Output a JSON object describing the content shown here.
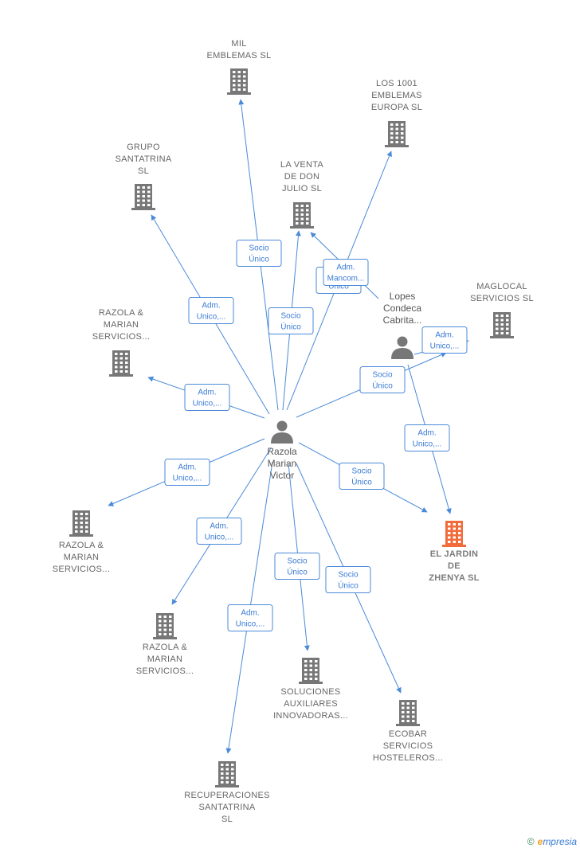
{
  "nodes": [
    {
      "id": "mil",
      "type": "company",
      "label": [
        "MIL",
        "EMBLEMAS  SL"
      ],
      "color": "#777777"
    },
    {
      "id": "los1001",
      "type": "company",
      "label": [
        "LOS 1001",
        "EMBLEMAS",
        "EUROPA  SL"
      ],
      "color": "#777777"
    },
    {
      "id": "grupo",
      "type": "company",
      "label": [
        "GRUPO",
        "SANTATRINA",
        "SL"
      ],
      "color": "#777777"
    },
    {
      "id": "laventa",
      "type": "company",
      "label": [
        "LA VENTA",
        "DE DON",
        "JULIO  SL"
      ],
      "color": "#777777"
    },
    {
      "id": "maglocal",
      "type": "company",
      "label": [
        "MAGLOCAL",
        "SERVICIOS  SL"
      ],
      "color": "#777777"
    },
    {
      "id": "razola1",
      "type": "company",
      "label": [
        "RAZOLA &",
        "MARIAN",
        "SERVICIOS..."
      ],
      "color": "#777777"
    },
    {
      "id": "lopes",
      "type": "person",
      "label": [
        "Lopes",
        "Condeca",
        "Cabrita..."
      ],
      "color": "#777777"
    },
    {
      "id": "center",
      "type": "person",
      "label": [
        "Razola",
        "Marian",
        "Victor"
      ],
      "color": "#777777"
    },
    {
      "id": "eljardin",
      "type": "target",
      "label": [
        "EL JARDIN",
        "DE",
        "ZHENYA  SL"
      ],
      "color": "#f26b3a"
    },
    {
      "id": "razola2",
      "type": "company",
      "label": [
        "RAZOLA &",
        "MARIAN",
        "SERVICIOS..."
      ],
      "color": "#777777"
    },
    {
      "id": "razola3",
      "type": "company",
      "label": [
        "RAZOLA &",
        "MARIAN",
        "SERVICIOS..."
      ],
      "color": "#777777"
    },
    {
      "id": "soluciones",
      "type": "company",
      "label": [
        "SOLUCIONES",
        "AUXILIARES",
        "INNOVADORAS..."
      ],
      "color": "#777777"
    },
    {
      "id": "ecobar",
      "type": "company",
      "label": [
        "ECOBAR",
        "SERVICIOS",
        "HOSTELEROS..."
      ],
      "color": "#777777"
    },
    {
      "id": "recuperaciones",
      "type": "company",
      "label": [
        "RECUPERACIONES",
        "SANTATRINA",
        "SL"
      ],
      "color": "#777777"
    }
  ],
  "edges": [
    {
      "from": "center",
      "to": "mil",
      "label": [
        "Socio",
        "Único"
      ]
    },
    {
      "from": "center",
      "to": "grupo",
      "label": [
        "Adm.",
        "Unico,..."
      ]
    },
    {
      "from": "center",
      "to": "laventa",
      "label": [
        "Socio",
        "Único"
      ]
    },
    {
      "from": "center",
      "to": "los1001",
      "label": [
        "Socio",
        "Único"
      ]
    },
    {
      "from": "lopes",
      "to": "laventa",
      "label": [
        "Adm.",
        "Mancom..."
      ]
    },
    {
      "from": "center",
      "to": "razola1",
      "label": [
        "Adm.",
        "Unico,..."
      ]
    },
    {
      "from": "center",
      "to": "maglocal",
      "label": [
        "Socio",
        "Único"
      ]
    },
    {
      "from": "lopes",
      "to": "maglocal",
      "label": [
        "Adm.",
        "Unico,..."
      ]
    },
    {
      "from": "lopes",
      "to": "eljardin",
      "label": [
        "Adm.",
        "Unico,..."
      ]
    },
    {
      "from": "center",
      "to": "eljardin",
      "label": [
        "Socio",
        "Único"
      ]
    },
    {
      "from": "center",
      "to": "razola2",
      "label": [
        "Adm.",
        "Unico,..."
      ]
    },
    {
      "from": "center",
      "to": "razola3",
      "label": [
        "Adm.",
        "Unico,..."
      ]
    },
    {
      "from": "center",
      "to": "recuperaciones",
      "label": [
        "Adm.",
        "Unico,..."
      ]
    },
    {
      "from": "center",
      "to": "soluciones",
      "label": [
        "Socio",
        "Único"
      ]
    },
    {
      "from": "center",
      "to": "ecobar",
      "label": [
        "Socio",
        "Único"
      ]
    }
  ],
  "footer": {
    "copyright": "©",
    "brand_initial": "e",
    "brand_rest": "mpresia"
  },
  "colors": {
    "edge": "#4a8ad8",
    "company": "#777777",
    "target": "#f26b3a",
    "person": "#777777"
  }
}
